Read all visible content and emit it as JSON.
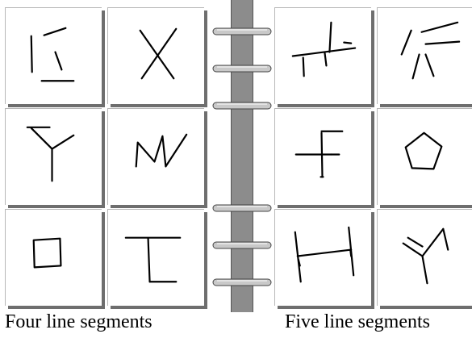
{
  "captions": {
    "left": "Four line segments",
    "right": "Five line segments"
  },
  "tiles": {
    "left": [
      "K-like strokes",
      "X",
      "rotated L with diagonal",
      "W zigzag",
      "square",
      "table shape"
    ],
    "right": [
      "cross with tilted bar",
      "radiating strokes",
      "F-like strokes",
      "pentagon",
      "H shape",
      "Y with arms"
    ]
  },
  "colors": {
    "ink": "#000000",
    "spine": "#8c8c8c",
    "ring": "#c9c9c9",
    "shadow": "#6e6e6e"
  }
}
